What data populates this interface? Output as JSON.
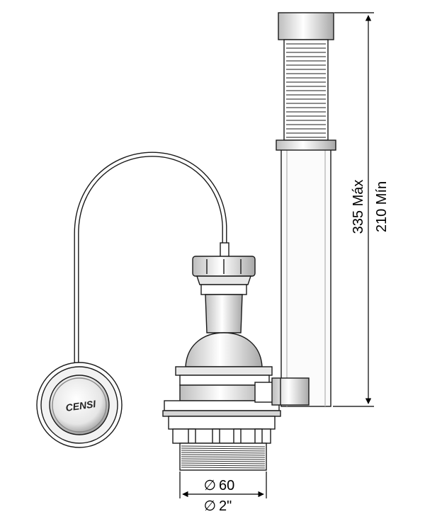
{
  "dimensions": {
    "height_max": "335 Máx",
    "height_min": "210 Mín",
    "diameter_mm": "60",
    "diameter_in": "2\"",
    "diameter_symbol": "∅"
  },
  "logo": {
    "brand": "CENSI"
  },
  "colors": {
    "line": "#1a1a1a",
    "fill_light": "#f4f4f4",
    "fill_mid": "#d9d9d9",
    "fill_dark": "#9a9a9a"
  }
}
